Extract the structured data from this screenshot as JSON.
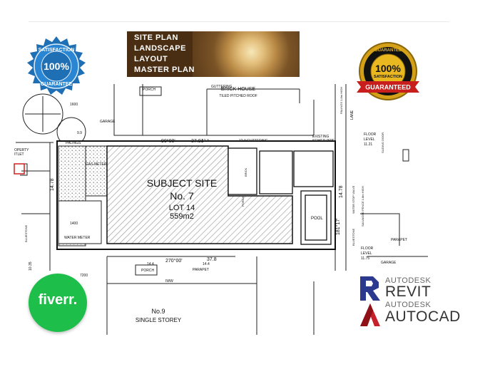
{
  "banner": {
    "lines": [
      "SITE PLAN",
      "LANDSCAPE",
      "LAYOUT",
      "MASTER PLAN"
    ]
  },
  "seal_blue": {
    "top_text": "SATISFACTION",
    "percent": "100%",
    "bottom_text": "GUARANTEE",
    "color": "#1f6fb5"
  },
  "seal_gold": {
    "ring_text": "GUARANTEE",
    "percent": "100%",
    "sub_text": "SATISFACTION",
    "ribbon_text": "GUARANTEED",
    "color": "#d4a017",
    "ribbon_color": "#c81e1e"
  },
  "fiverr": {
    "label": "fiverr.",
    "color": "#1dbf4a"
  },
  "software": [
    {
      "vendor": "AUTODESK",
      "name": "REVIT",
      "icon": "revit-icon",
      "color": "#2b3a8f"
    },
    {
      "vendor": "AUTODESK",
      "name": "AUTOCAD",
      "icon": "autocad-icon",
      "color": "#c8202a"
    }
  ],
  "plan": {
    "subject_site": "SUBJECT SITE",
    "site_no": "No. 7",
    "lot": "LOT 14",
    "area": "559m2",
    "brick_house": "BRICK HOUSE",
    "roof": "TILED PITCHED ROOF",
    "porch_top": "PORCH",
    "porch_bottom": "PORCH",
    "garage_top": "GARAGE",
    "garage_right": "GARAGE",
    "pool": "POOL",
    "water_meter": "WATER METER",
    "gas_meter": "GAS METER",
    "palings": "PALINGS",
    "existing_sewer_1": "EXISTING",
    "existing_sewer_2": "SEWER PIPE",
    "bearing_top": "90°00'",
    "bearing_bottom": "270°00'",
    "bearing_right": "181°17'",
    "dim_top": "37.91",
    "dim_bottom": "37.8",
    "dim_right": "14.78",
    "dim_left": "14.78",
    "guttering_1": "12.9 GUTTERING",
    "guttering_2": "GUTTERING",
    "guttering_3": "12.3",
    "floor_level_1a": "FLOOR",
    "floor_level_1b": "LEVEL",
    "floor_level_1c": "11.21",
    "floor_level_2a": "FLOOR",
    "floor_level_2b": "LEVEL",
    "floor_level_2c": "11.75",
    "neighbour_no": "No.9",
    "neighbour_desc": "SINGLE STOREY",
    "property_1": "OPERTY",
    "property_2": "ITLET",
    "parapet_1": "PARAPET",
    "parapet_2": "PARAPET",
    "lane": "LANE",
    "water_stop": "WATER STOP VALVE",
    "bluestone_1": "BLUESTONE",
    "bluestone_2": "BLUESTONE",
    "fence": "SALVAGED FENCE 1.8m HIGH",
    "palings_right": "PALINGS 1.8m HIGH",
    "iww": "IWW",
    "dim_7200": "7200",
    "dim_14": "14.4",
    "dim_144b": "14.4",
    "porch_label": "PORCH",
    "sliding_door": "SLIDING DOOR",
    "brick_label": "BRICK",
    "dim_1400": "1400",
    "dim_1600": "1600",
    "dim_9": "9.9",
    "dim_10": "10.35"
  }
}
